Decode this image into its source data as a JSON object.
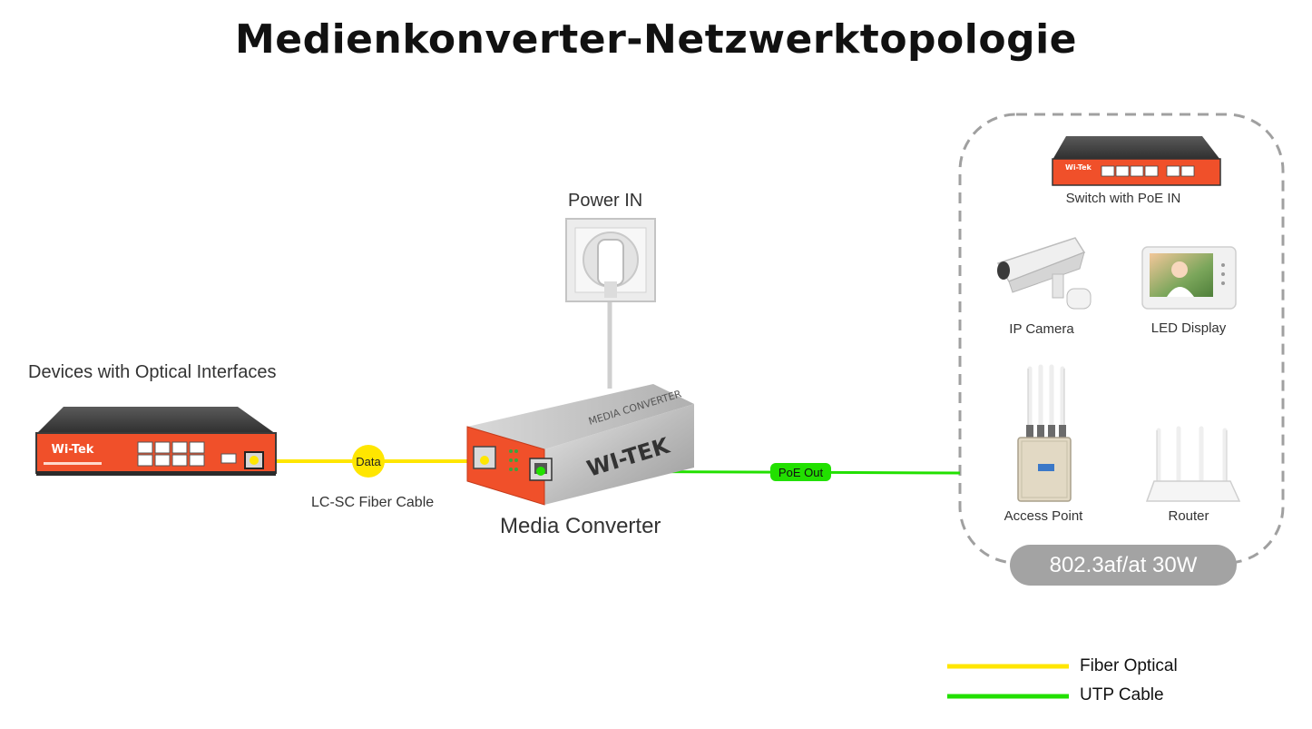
{
  "title": "Medienkonverter-Netzwerktopologie",
  "labels": {
    "power_in": "Power IN",
    "devices_optical": "Devices with Optical Interfaces",
    "fiber_cable": "LC-SC Fiber Cable",
    "media_converter": "Media Converter",
    "switch_poe_in": "Switch with PoE IN",
    "ip_camera": "IP Camera",
    "led_display": "LED Display",
    "access_point": "Access Point",
    "router": "Router",
    "poe_standard": "802.3af/at 30W"
  },
  "badges": {
    "data": "Data",
    "poe_out": "PoE Out"
  },
  "devices": {
    "optical_switch_brand": "Wi-Tek",
    "converter_brand": "WI-TEK",
    "converter_text": "MEDIA CONVERTER"
  },
  "legend": [
    {
      "label": "Fiber Optical",
      "color": "#ffe600"
    },
    {
      "label": "UTP Cable",
      "color": "#22e000"
    }
  ],
  "colors": {
    "fiber": "#ffe600",
    "utp": "#22e000",
    "brand_orange": "#f0502a",
    "dashed_border": "#a0a0a0"
  }
}
